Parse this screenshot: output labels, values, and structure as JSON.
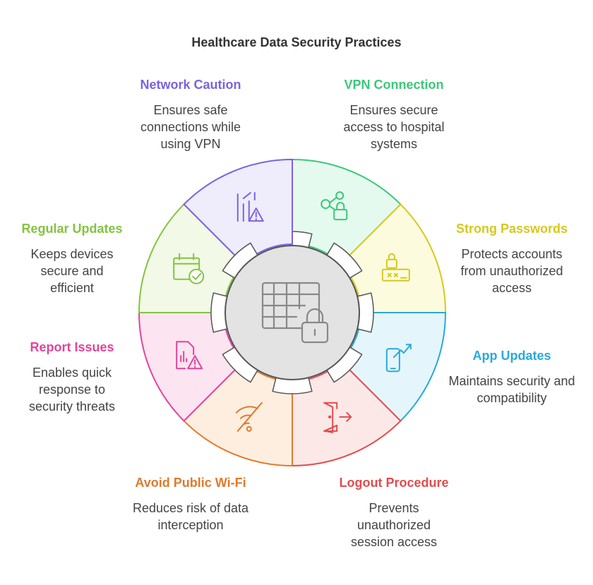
{
  "title": "Healthcare Data Security Practices",
  "center_icon": "table-lock-icon",
  "segments": [
    {
      "key": "vpn",
      "title": "VPN Connection",
      "description": "Ensures secure access to hospital systems",
      "color": "#3cc77a",
      "fill": "#e5faee",
      "icon": "share-lock-icon"
    },
    {
      "key": "passwords",
      "title": "Strong Passwords",
      "description": "Protects accounts from unauthorized access",
      "color": "#d6c820",
      "fill": "#fdfbdd",
      "icon": "password-lock-icon"
    },
    {
      "key": "app",
      "title": "App Updates",
      "description": "Maintains security and compatibility",
      "color": "#29a9d9",
      "fill": "#e4f6fc",
      "icon": "phone-trend-icon"
    },
    {
      "key": "logout",
      "title": "Logout Procedure",
      "description": "Prevents unauthorized session access",
      "color": "#e24c4c",
      "fill": "#fde8e8",
      "icon": "logout-door-icon"
    },
    {
      "key": "wifi",
      "title": "Avoid Public Wi-Fi",
      "description": "Reduces risk of data interception",
      "color": "#e07a2e",
      "fill": "#fdeedf",
      "icon": "wifi-off-icon"
    },
    {
      "key": "report",
      "title": "Report Issues",
      "description": "Enables quick response to security threats",
      "color": "#e0459b",
      "fill": "#fde4f1",
      "icon": "report-warning-icon"
    },
    {
      "key": "regular",
      "title": "Regular Updates",
      "description": "Keeps devices secure and efficient",
      "color": "#84c341",
      "fill": "#f2f9e6",
      "icon": "calendar-check-icon"
    },
    {
      "key": "network",
      "title": "Network Caution",
      "description": "Ensures safe connections while using VPN",
      "color": "#7a62e0",
      "fill": "#efecfc",
      "icon": "network-warning-icon"
    }
  ]
}
